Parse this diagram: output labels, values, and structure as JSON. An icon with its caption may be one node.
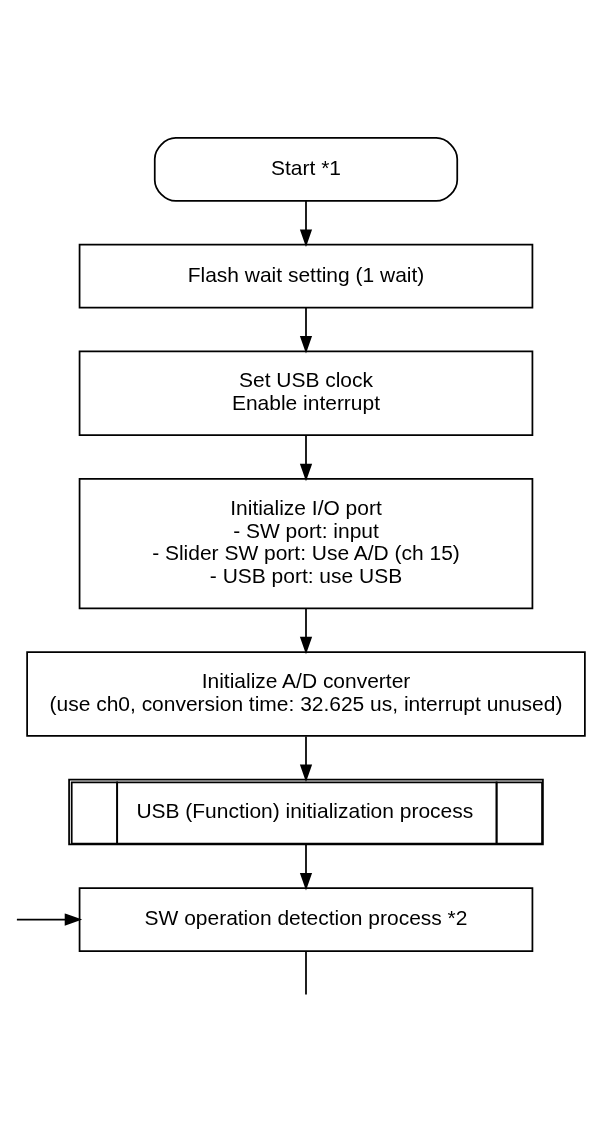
{
  "diagram": {
    "nodes": [
      {
        "text": [
          "Start *1"
        ]
      },
      {
        "text": [
          "Flash wait setting (1 wait)"
        ]
      },
      {
        "text": [
          "Set USB clock",
          "Enable interrupt"
        ]
      },
      {
        "text": [
          "Initialize I/O port",
          "- SW port: input",
          "- Slider SW port: Use A/D (ch 15)",
          "- USB port: use USB"
        ]
      },
      {
        "text": [
          "Initialize A/D converter",
          "(use ch0, conversion time: 32.625 us, interrupt unused)"
        ]
      },
      {
        "text": [
          "USB (Function) initialization process"
        ]
      },
      {
        "text": [
          "SW operation detection process *2"
        ]
      }
    ],
    "edges": [
      {
        "from": 0,
        "to": 1,
        "arrow": "to"
      },
      {
        "from": 1,
        "to": 2,
        "arrow": "to"
      },
      {
        "from": 2,
        "to": 3,
        "arrow": "to"
      },
      {
        "from": 3,
        "to": 4,
        "arrow": "to"
      },
      {
        "from": 4,
        "to": 5,
        "arrow": "to"
      },
      {
        "from": 5,
        "to": 6,
        "arrow": "to"
      },
      {
        "from": null,
        "to": 6,
        "arrow": "to"
      },
      {
        "from": 6,
        "to": null,
        "arrow": "none"
      }
    ]
  }
}
